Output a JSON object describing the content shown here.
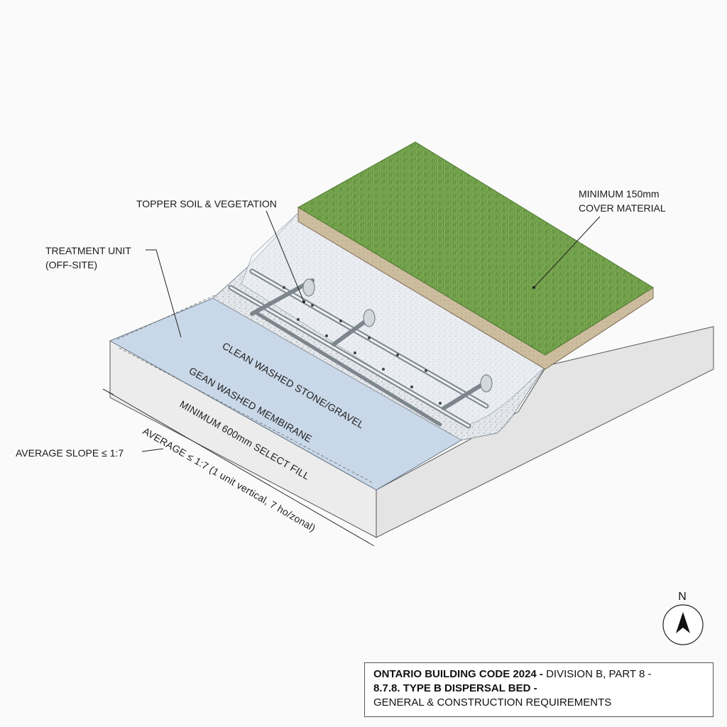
{
  "labels": {
    "topper_soil": "TOPPER SOIL & VEGETATION",
    "cover_line1": "MINIMUM 150mm",
    "cover_line2": "COVER MATERIAL",
    "treatment_line1": "TREATMENT UNIT",
    "treatment_line2": "(OFF-SITE)",
    "stone": "CLEAN WASHED STONE/GRAVEL",
    "membrane": "GEAN WASHED MEMBIRANE",
    "select_fill": "MINIMUM 600mm SELECT FILL",
    "slope_left": "AVERAGE SLOPE ≤ 1:7",
    "slope_dim": "AVERAGE ≤ 1:7 (1 unit vertical, 7 ho/zonal)"
  },
  "north": {
    "label": "N"
  },
  "title_block": {
    "line1_bold": "ONTARIO BUILDING CODE 2024 -",
    "line1_rest": " DIVISION B, PART 8 -",
    "line2": "8.7.8. TYPE B DISPERSAL BED -",
    "line3": "GENERAL & CONSTRUCTION REQUIREMENTS"
  },
  "colors": {
    "grass": "#6f9e4a",
    "soil": "#c9b89a",
    "gravel": "#dfe3e8",
    "membrane": "#c9d8e8",
    "block_side": "#e9e9e9"
  }
}
